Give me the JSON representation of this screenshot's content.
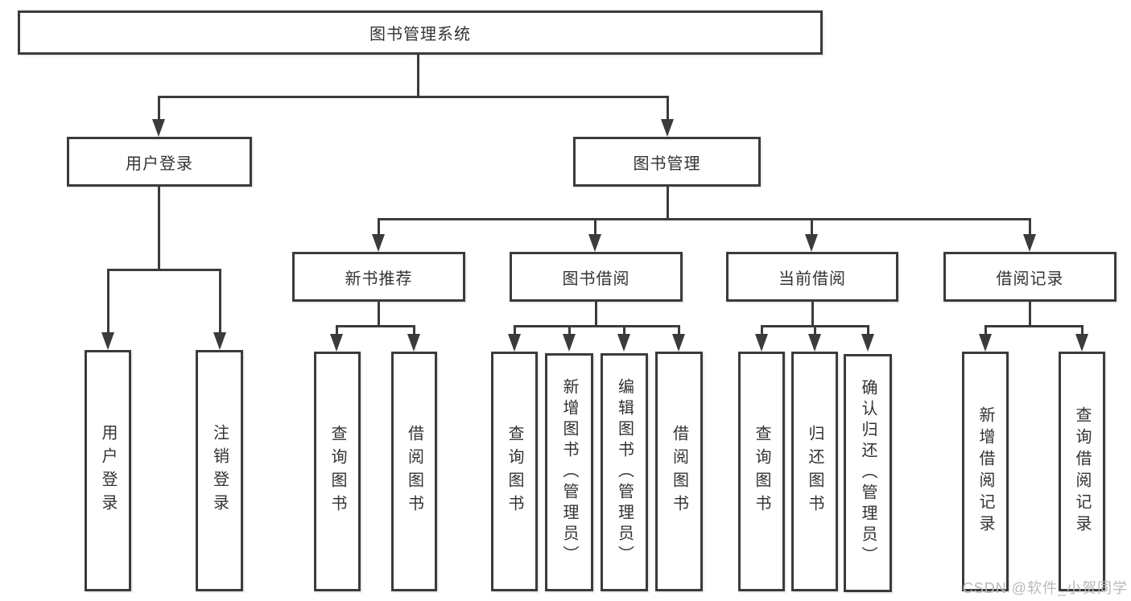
{
  "diagram": {
    "root": {
      "label": "图书管理系统"
    },
    "branches": [
      {
        "label": "用户登录"
      },
      {
        "label": "图书管理"
      }
    ],
    "modules": [
      {
        "label": "新书推荐"
      },
      {
        "label": "图书借阅"
      },
      {
        "label": "当前借阅"
      },
      {
        "label": "借阅记录"
      }
    ],
    "leaves": [
      {
        "label": "用户登录"
      },
      {
        "label": "注销登录"
      },
      {
        "label": "查询图书"
      },
      {
        "label": "借阅图书"
      },
      {
        "label": "查询图书"
      },
      {
        "label": "新增图书（管理员）"
      },
      {
        "label": "编辑图书（管理员）"
      },
      {
        "label": "借阅图书"
      },
      {
        "label": "查询图书"
      },
      {
        "label": "归还图书"
      },
      {
        "label": "确认归还（管理员）"
      },
      {
        "label": "新增借阅记录"
      },
      {
        "label": "查询借阅记录"
      }
    ]
  },
  "watermark": "CSDN @软件_小贺同学",
  "colors": {
    "line": "#3b3b3b",
    "text": "#333333",
    "watermark": "#b9b9b9",
    "background": "#ffffff"
  }
}
